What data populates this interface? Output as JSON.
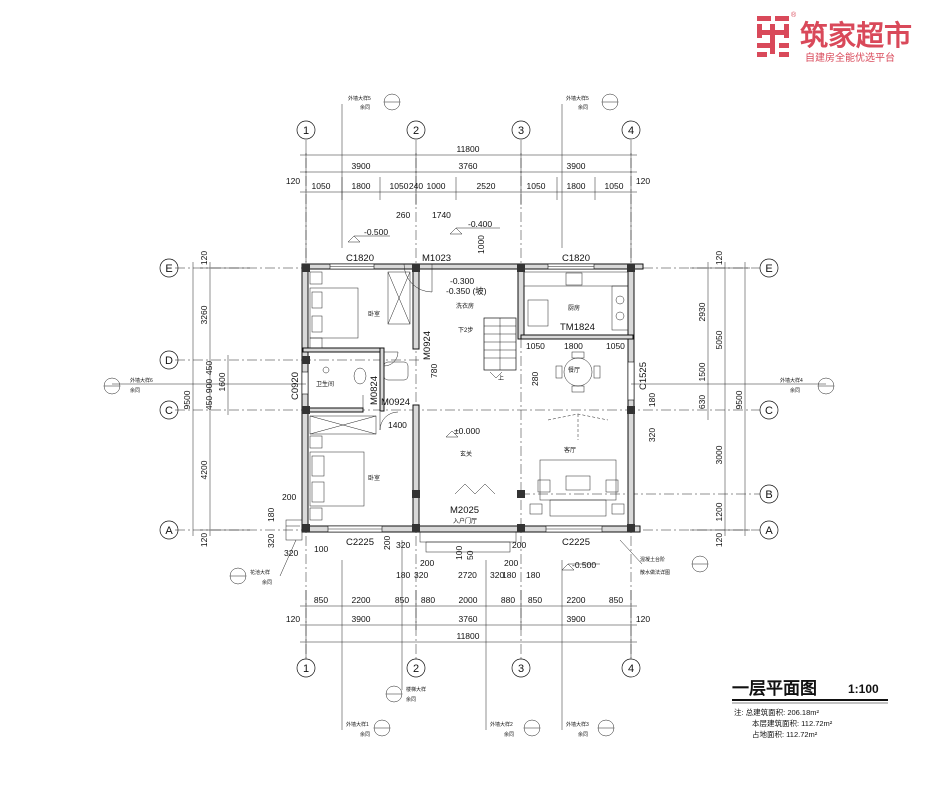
{
  "logo": {
    "name": "筑家超市",
    "slogan": "自建房全能优选平台",
    "mark": "®",
    "color": "#d9495a"
  },
  "drawing": {
    "title": "一层平面图",
    "scale": "1:100",
    "notes": [
      "注: 总建筑面积: 206.18m²",
      "本层建筑面积: 112.72m²",
      "占地面积: 112.72m²"
    ]
  },
  "grid": {
    "columns": [
      "1",
      "2",
      "3",
      "4"
    ],
    "rows": [
      "E",
      "D",
      "C",
      "B",
      "A"
    ]
  },
  "dims": {
    "top_total": "11800",
    "top_bays": [
      "3900",
      "3760",
      "3900"
    ],
    "top_detail": [
      "120",
      "1050",
      "1800",
      "1050",
      "240",
      "1000",
      "2520",
      "1050",
      "1800",
      "1050",
      "120"
    ],
    "bottom_detail": [
      "850",
      "2200",
      "850",
      "880",
      "2000",
      "880",
      "850",
      "2200",
      "850"
    ],
    "bottom_bays": [
      "120",
      "3900",
      "3760",
      "3900",
      "120"
    ],
    "bottom_total": "11800",
    "left_outer": [
      "120",
      "3260",
      "9500",
      "4200",
      "120"
    ],
    "left_inner": [
      "1600",
      "450",
      "900",
      "450"
    ],
    "right_outer": [
      "120",
      "5050",
      "9500",
      "3000",
      "1200",
      "120"
    ],
    "right_inner": [
      "2930",
      "1500",
      "630",
      "180",
      "320"
    ],
    "misc": [
      "260",
      "1740",
      "1000",
      "780",
      "200",
      "1400",
      "180",
      "320",
      "100",
      "320",
      "200",
      "2720",
      "200",
      "320",
      "180",
      "200",
      "180",
      "1050",
      "1800",
      "1050",
      "280",
      "180",
      "320",
      "200",
      "320",
      "50",
      "100"
    ]
  },
  "levels": [
    "-0.500",
    "-0.400",
    "-0.300",
    "-0.350 (坡)",
    "±0.000",
    "-0.500"
  ],
  "codes": [
    "C1820",
    "M1023",
    "C1820",
    "TM1824",
    "M0924",
    "C0920",
    "C1525",
    "M0824",
    "M0924",
    "M2025",
    "C2225",
    "C2225"
  ],
  "rooms": [
    "卧室",
    "卫生间",
    "卧室",
    "洗衣房",
    "厨房",
    "餐厅",
    "玄关",
    "客厅",
    "入户门厅",
    "下2步",
    "上"
  ],
  "callouts": [
    "外墙大样5",
    "外墙大样5",
    "外墙大样6",
    "外墙大样4",
    "外墙大样1",
    "外墙大样2",
    "外墙大样3",
    "花池大样",
    "楼梯大样",
    "混凝土台阶",
    "散水做法详图"
  ],
  "callout_suffix": "余同"
}
